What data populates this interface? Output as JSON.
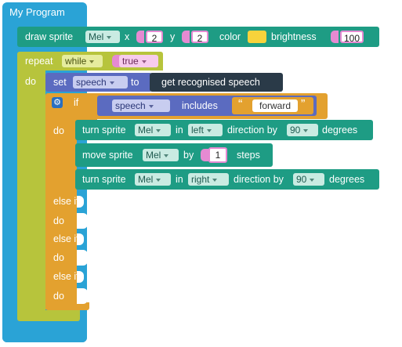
{
  "program": {
    "title": "My Program"
  },
  "draw_sprite": {
    "label": "draw sprite",
    "sprite": "Mel",
    "x_label": "x",
    "x": "2",
    "y_label": "y",
    "y": "2",
    "color_label": "color",
    "brightness_label": "brightness",
    "brightness": "100",
    "color_value": "#f7d33b"
  },
  "repeat": {
    "label": "repeat",
    "mode": "while",
    "condition": "true",
    "do_label": "do"
  },
  "set_block": {
    "label": "set",
    "variable": "speech",
    "to_label": "to",
    "value": "get recognised speech"
  },
  "if_block": {
    "label": "if",
    "variable": "speech",
    "op": "includes",
    "quote_open": "“",
    "text": "forward",
    "quote_close": "”",
    "do_label": "do",
    "else_if_label": "else if"
  },
  "turn1": {
    "label": "turn sprite",
    "sprite": "Mel",
    "in_label": "in",
    "direction": "left",
    "dir_label": "direction by",
    "degrees": "90",
    "unit": "degrees"
  },
  "move": {
    "label": "move sprite",
    "sprite": "Mel",
    "by_label": "by",
    "steps": "1",
    "unit": "steps"
  },
  "turn2": {
    "label": "turn sprite",
    "sprite": "Mel",
    "in_label": "in",
    "direction": "right",
    "dir_label": "direction by",
    "degrees": "90",
    "unit": "degrees"
  },
  "colors": {
    "program": "#2aa3d6",
    "sprite_block": "#1e9c84",
    "repeat_block": "#b7c43c",
    "set_block": "#5b6bc0",
    "if_block": "#e3a12f",
    "value_dark": "#2a3a48",
    "text_chip": "#ffffff"
  }
}
